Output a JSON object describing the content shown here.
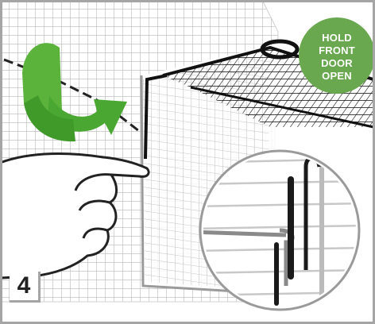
{
  "instruction_badge": {
    "lines": [
      "HOLD",
      "FRONT",
      "DOOR",
      "OPEN"
    ],
    "color": "#6aa84f"
  },
  "step": {
    "number": "4"
  },
  "colors": {
    "mesh": "#bdbdbd",
    "door_wire": "#1a1a1a",
    "arrow": "#4aa832",
    "frame": "#a5a5a5"
  }
}
